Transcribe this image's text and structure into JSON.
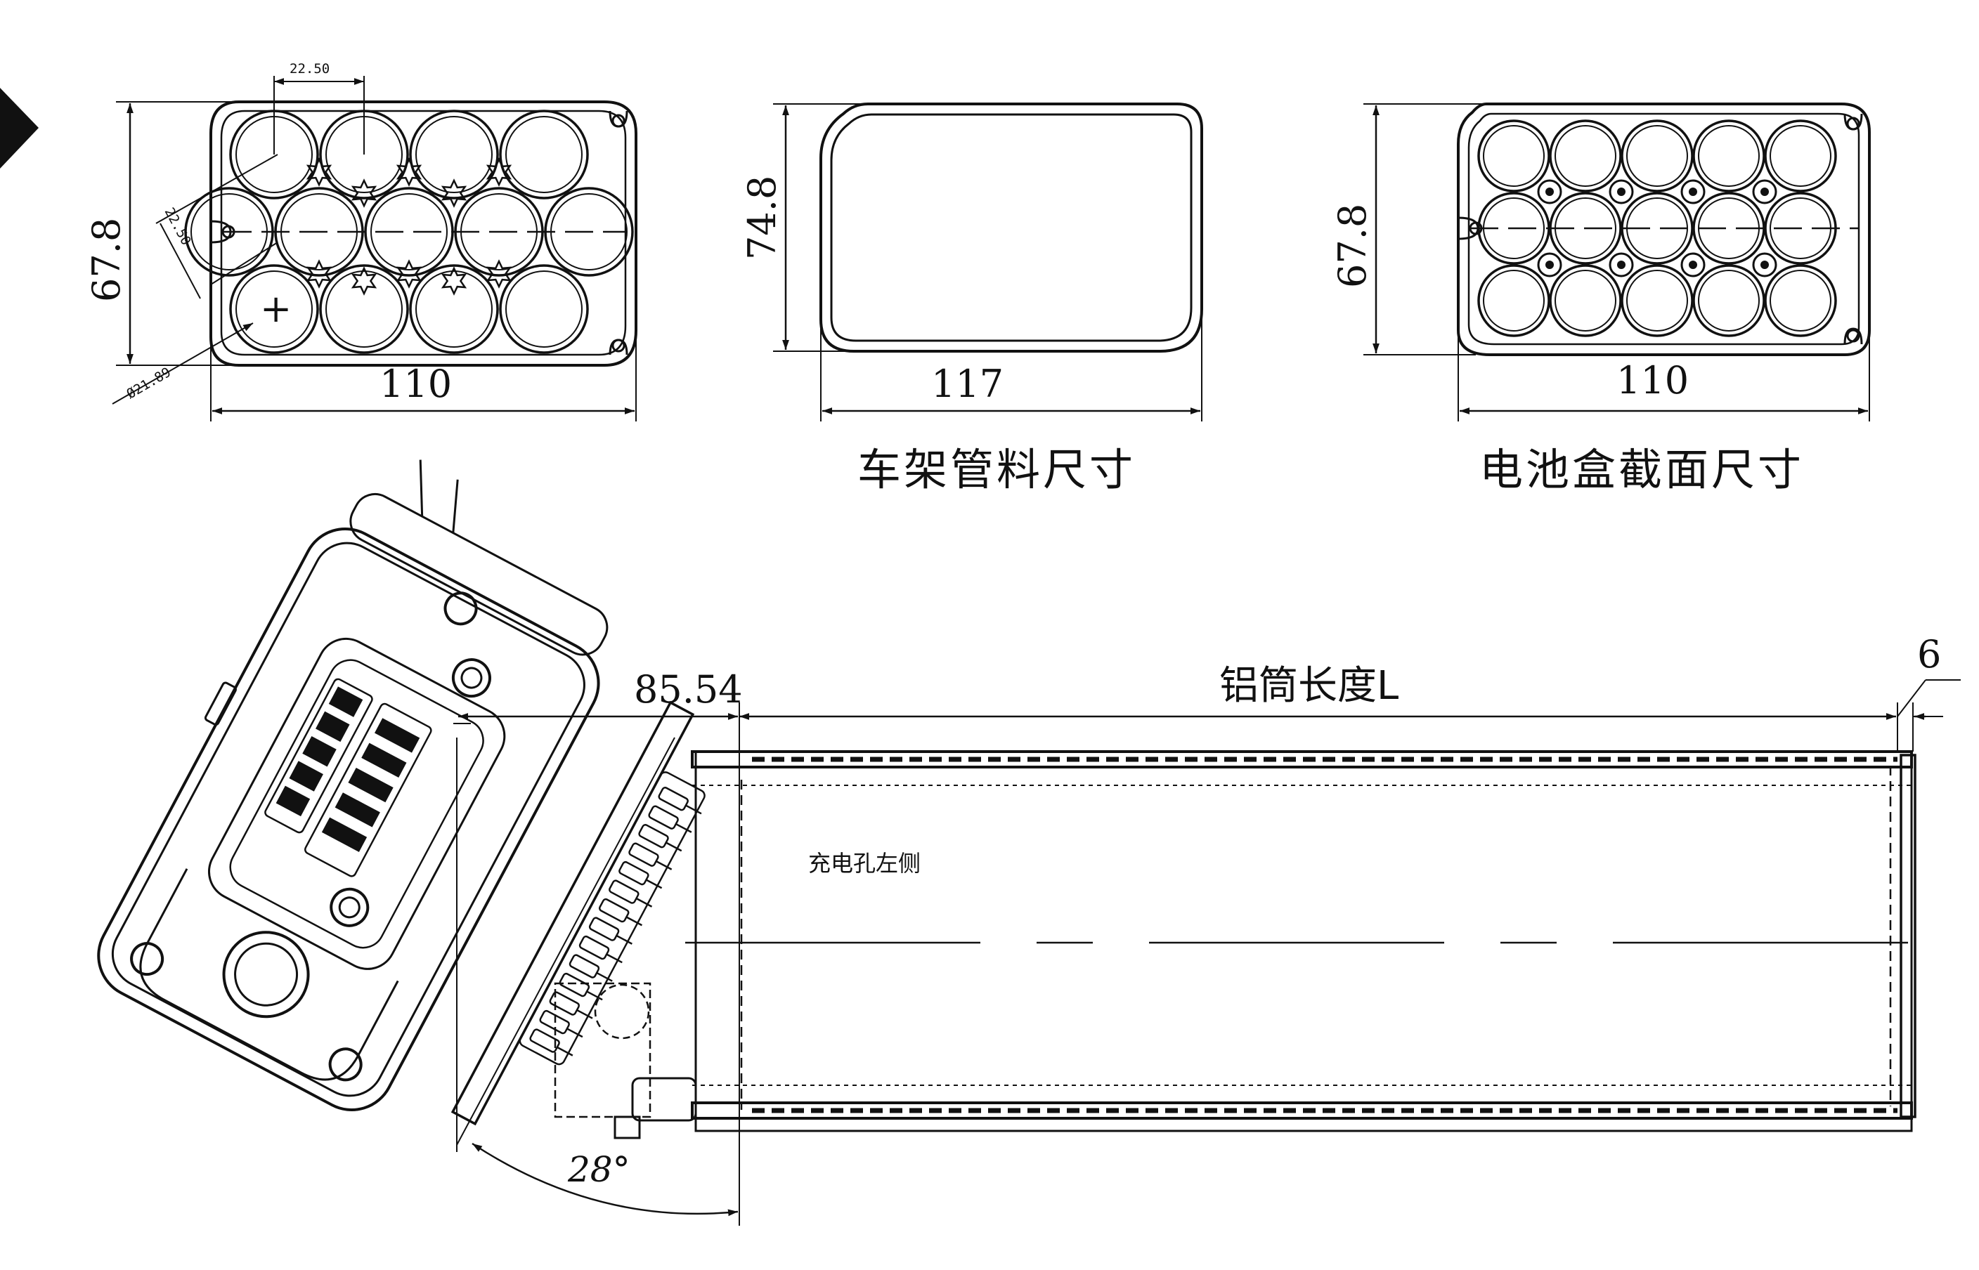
{
  "cell_holder_view": {
    "width_label": "110",
    "height_label": "67.8",
    "cell_pitch_label": "22.50",
    "diagonal_pitch_label": "22.50",
    "cell_diameter_label": "Ø21.89",
    "plus_mark": "+"
  },
  "frame_tube_view": {
    "width_label": "117",
    "height_label": "74.8",
    "caption": "车架管料尺寸"
  },
  "battery_box_view": {
    "width_label": "110",
    "height_label": "67.8",
    "caption": "电池盒截面尺寸"
  },
  "side_view": {
    "offset_label": "85.54",
    "length_label": "铝筒长度L",
    "end_cap_label": "6",
    "angle_label": "28°",
    "port_note": "充电孔左侧"
  }
}
